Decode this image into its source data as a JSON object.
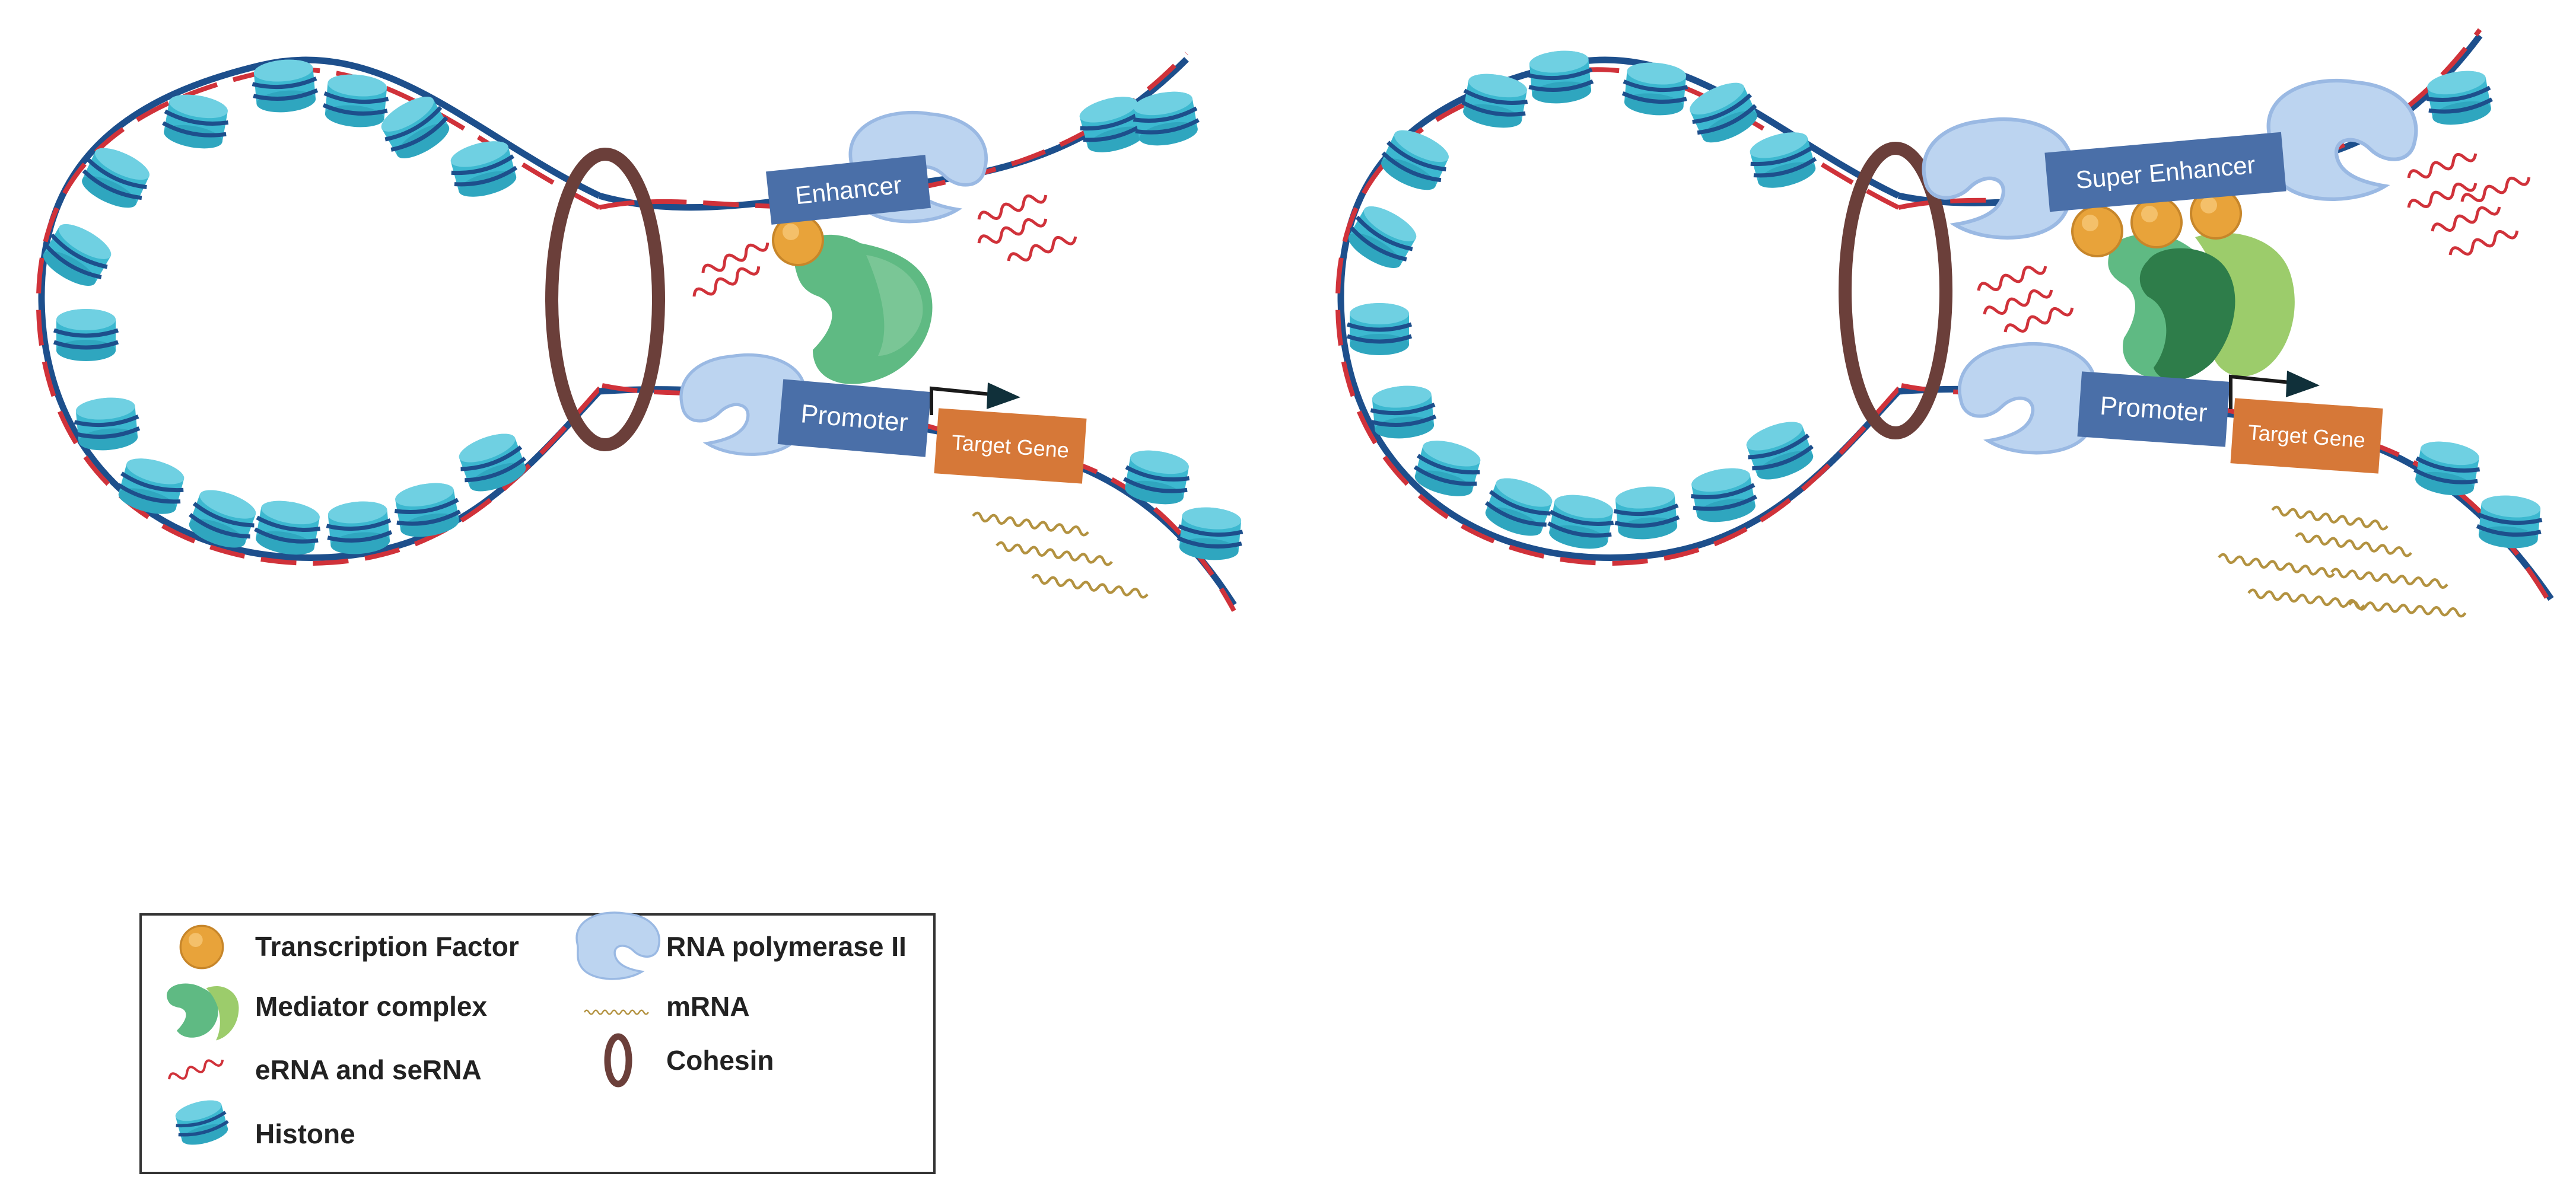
{
  "panels": [
    {
      "enhancer_label": "Enhancer",
      "promoter_label": "Promoter",
      "gene_label": "Target Gene"
    },
    {
      "enhancer_label": "Super Enhancer",
      "promoter_label": "Promoter",
      "gene_label": "Target Gene"
    }
  ],
  "legend": {
    "items": [
      {
        "label": "Transcription Factor",
        "icon": "transcription-factor-icon"
      },
      {
        "label": "Mediator complex",
        "icon": "mediator-complex-icon"
      },
      {
        "label": "eRNA and seRNA",
        "icon": "erna-icon"
      },
      {
        "label": "Histone",
        "icon": "histone-icon"
      },
      {
        "label": "RNA polymerase II",
        "icon": "rna-polymerase-icon"
      },
      {
        "label": "mRNA",
        "icon": "mrna-icon"
      },
      {
        "label": "Cohesin",
        "icon": "cohesin-icon"
      }
    ]
  },
  "colors": {
    "dna_blue": "#1d4f8c",
    "dna_red": "#d0323a",
    "histone": "#3cb8d0",
    "cohesin": "#6b3f3a",
    "enhancer_box": "#4a6fa8",
    "gene_box": "#d67838",
    "polymerase": "#bcd4f0",
    "mediator": "#5fba83",
    "mediator_dark": "#2e7d4a",
    "tf": "#e8a33a",
    "erna": "#d0323a",
    "mrna": "#b39240"
  }
}
